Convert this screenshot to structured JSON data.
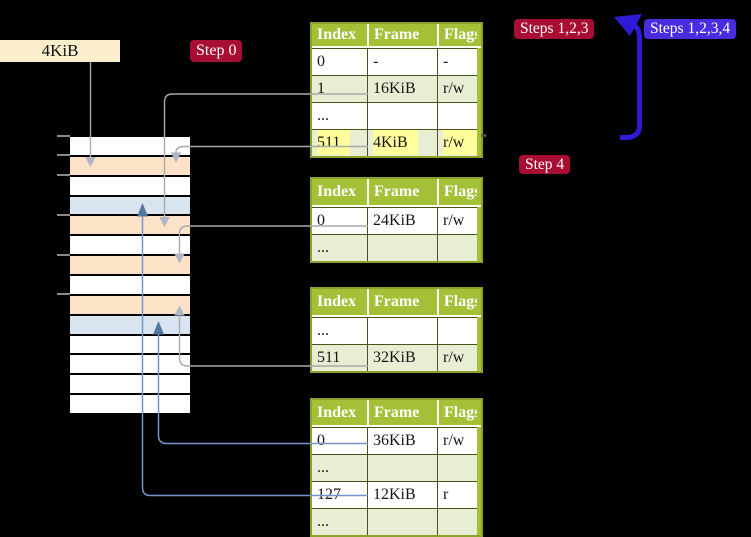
{
  "labels": {
    "frame_size": "4KiB",
    "step0": "Step 0",
    "steps123": "Steps 1,2,3",
    "steps1234": "Steps 1,2,3,4",
    "step4": "Step 4"
  },
  "colors": {
    "background": "#000000",
    "crimson_badge": "#a80d33",
    "blueviolet_badge": "#4a2be0",
    "blue_arrow": "#2f1bd6",
    "table_header_green": "#a4c037",
    "table_border_olive": "#8ba32a",
    "row_shaded_green": "#e8eed3",
    "highlight_yellow": "#ffff9e",
    "memory_peach": "#fce3c7",
    "memory_light_blue": "#d9e4f1",
    "cream_label": "#faeecd",
    "gray_connector": "#a9a9a9",
    "blue_connector": "#7694c7"
  },
  "memory_column": {
    "rows": [
      "white",
      "peach",
      "white",
      "blue",
      "peach",
      "white",
      "peach",
      "white",
      "peach",
      "blue",
      "white",
      "white",
      "white",
      "white"
    ],
    "tick_row_indices": [
      0,
      1,
      2,
      4,
      6,
      8
    ]
  },
  "page_tables": [
    {
      "name": "level-4-table",
      "headers": [
        "Index",
        "Frame",
        "Flags"
      ],
      "rows": [
        {
          "cells": [
            "0",
            "-",
            "-"
          ],
          "shaded": false,
          "highlight": false
        },
        {
          "cells": [
            "1",
            "16KiB",
            "r/w"
          ],
          "shaded": true,
          "highlight": false
        },
        {
          "cells": [
            "...",
            "",
            ""
          ],
          "shaded": false,
          "highlight": false
        },
        {
          "cells": [
            "511",
            "4KiB",
            "r/w"
          ],
          "shaded": true,
          "highlight": true
        }
      ]
    },
    {
      "name": "level-3-table",
      "headers": [
        "Index",
        "Frame",
        "Flags"
      ],
      "rows": [
        {
          "cells": [
            "0",
            "24KiB",
            "r/w"
          ],
          "shaded": false,
          "highlight": false
        },
        {
          "cells": [
            "...",
            "",
            ""
          ],
          "shaded": true,
          "highlight": false
        }
      ]
    },
    {
      "name": "level-2-table",
      "headers": [
        "Index",
        "Frame",
        "Flags"
      ],
      "rows": [
        {
          "cells": [
            "...",
            "",
            ""
          ],
          "shaded": false,
          "highlight": false
        },
        {
          "cells": [
            "511",
            "32KiB",
            "r/w"
          ],
          "shaded": true,
          "highlight": false
        }
      ]
    },
    {
      "name": "level-1-table",
      "headers": [
        "Index",
        "Frame",
        "Flags"
      ],
      "rows": [
        {
          "cells": [
            "0",
            "36KiB",
            "r/w"
          ],
          "shaded": false,
          "highlight": false
        },
        {
          "cells": [
            "...",
            "",
            ""
          ],
          "shaded": true,
          "highlight": false
        },
        {
          "cells": [
            "127",
            "12KiB",
            "r"
          ],
          "shaded": false,
          "highlight": false
        },
        {
          "cells": [
            "...",
            "",
            ""
          ],
          "shaded": true,
          "highlight": false
        }
      ]
    }
  ]
}
